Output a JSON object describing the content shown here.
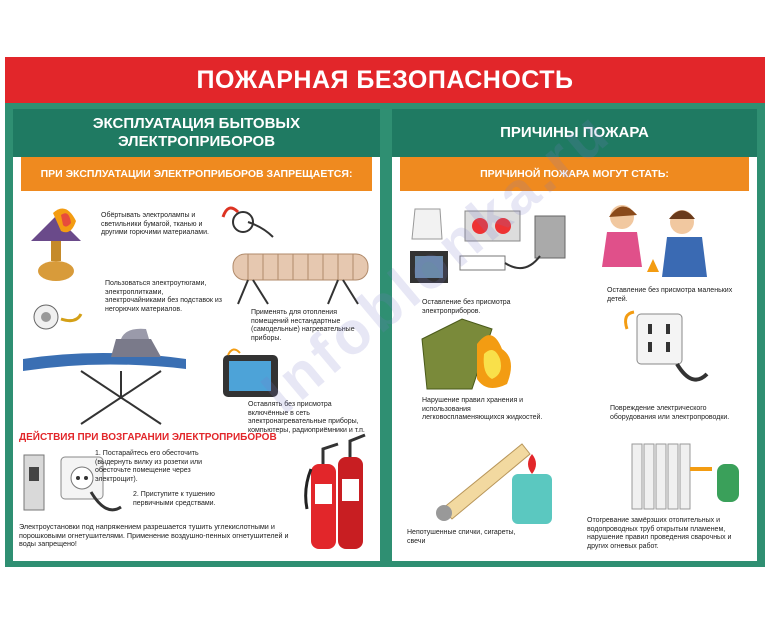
{
  "title": "ПОЖАРНАЯ БЕЗОПАСНОСТЬ",
  "watermark": "Infoblonka.ru",
  "left": {
    "heading": "ЭКСПЛУАТАЦИЯ БЫТОВЫХ ЭЛЕКТРОПРИБОРОВ",
    "subheading": "ПРИ ЭКСПЛУАТАЦИИ ЭЛЕКТРОПРИБОРОВ ЗАПРЕЩАЕТСЯ:",
    "items": [
      "Обёртывать электролампы и светильники бумагой, тканью и другими горючими материалами.",
      "Пользоваться электроутюгами, электроплитками, электрочайниками без подставок из негорючих материалов.",
      "Применять для отопления помещений нестандартные (самодельные) нагревательные приборы.",
      "Оставлять без присмотра включённые в сеть электронагревательные приборы, компьютеры, радиоприёмники и т.п."
    ],
    "actions_heading": "ДЕЙСТВИЯ ПРИ ВОЗГАРАНИИ ЭЛЕКТРОПРИБОРОВ",
    "actions": [
      "1. Постарайтесь его обесточить (выдернуть вилку из розетки или обесточьте помещение через электрощит).",
      "2. Приступите к тушению первичными средствами."
    ],
    "footer": "Электроустановки под напряжением разрешается тушить углекислотными и порошковыми огнетушителями. Применение воздушно-пенных огнетушителей и воды запрещено!"
  },
  "right": {
    "heading": "ПРИЧИНЫ ПОЖАРА",
    "subheading": "ПРИЧИНОЙ ПОЖАРА МОГУТ СТАТЬ:",
    "items": [
      "Оставление без присмотра электроприборов.",
      "Оставление без присмотра маленьких детей.",
      "Нарушение правил хранения и использования легковоспламеняющихся жидкостей.",
      "Повреждение электрического оборудования или электропроводки.",
      "Непотушенные спички, сигареты, свечи",
      "Отогревание замёрзших отопительных и водопроводных труб открытым пламенем, нарушение правил проведения сварочных и других огневых работ."
    ]
  }
}
